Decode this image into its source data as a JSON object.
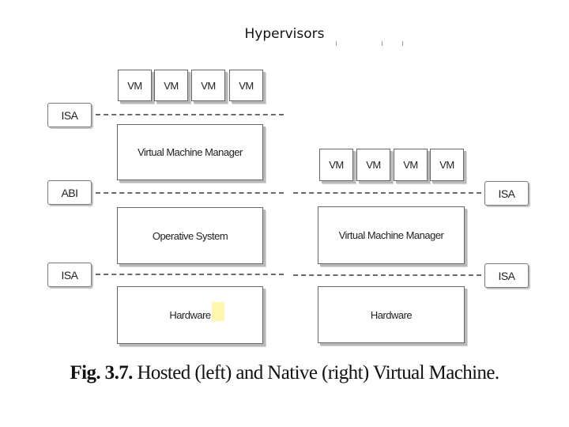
{
  "page": {
    "title": "Hypervisors"
  },
  "hosted": {
    "vms": [
      "VM",
      "VM",
      "VM",
      "VM"
    ],
    "vmm_label": "Virtual Machine Manager",
    "os_label": "Operative System",
    "hardware_label": "Hardware",
    "interfaces": {
      "upper": "ISA",
      "middle": "ABI",
      "lower": "ISA"
    }
  },
  "native": {
    "vms": [
      "VM",
      "VM",
      "VM",
      "VM"
    ],
    "vmm_label": "Virtual Machine Manager",
    "hardware_label": "Hardware",
    "interfaces": {
      "upper": "ISA",
      "lower": "ISA"
    }
  },
  "figure": {
    "number": "Fig. 3.7.",
    "caption": "Hosted (left) and Native (right) Virtual Machine."
  },
  "colors": {
    "highlight": "#fff7b0"
  }
}
